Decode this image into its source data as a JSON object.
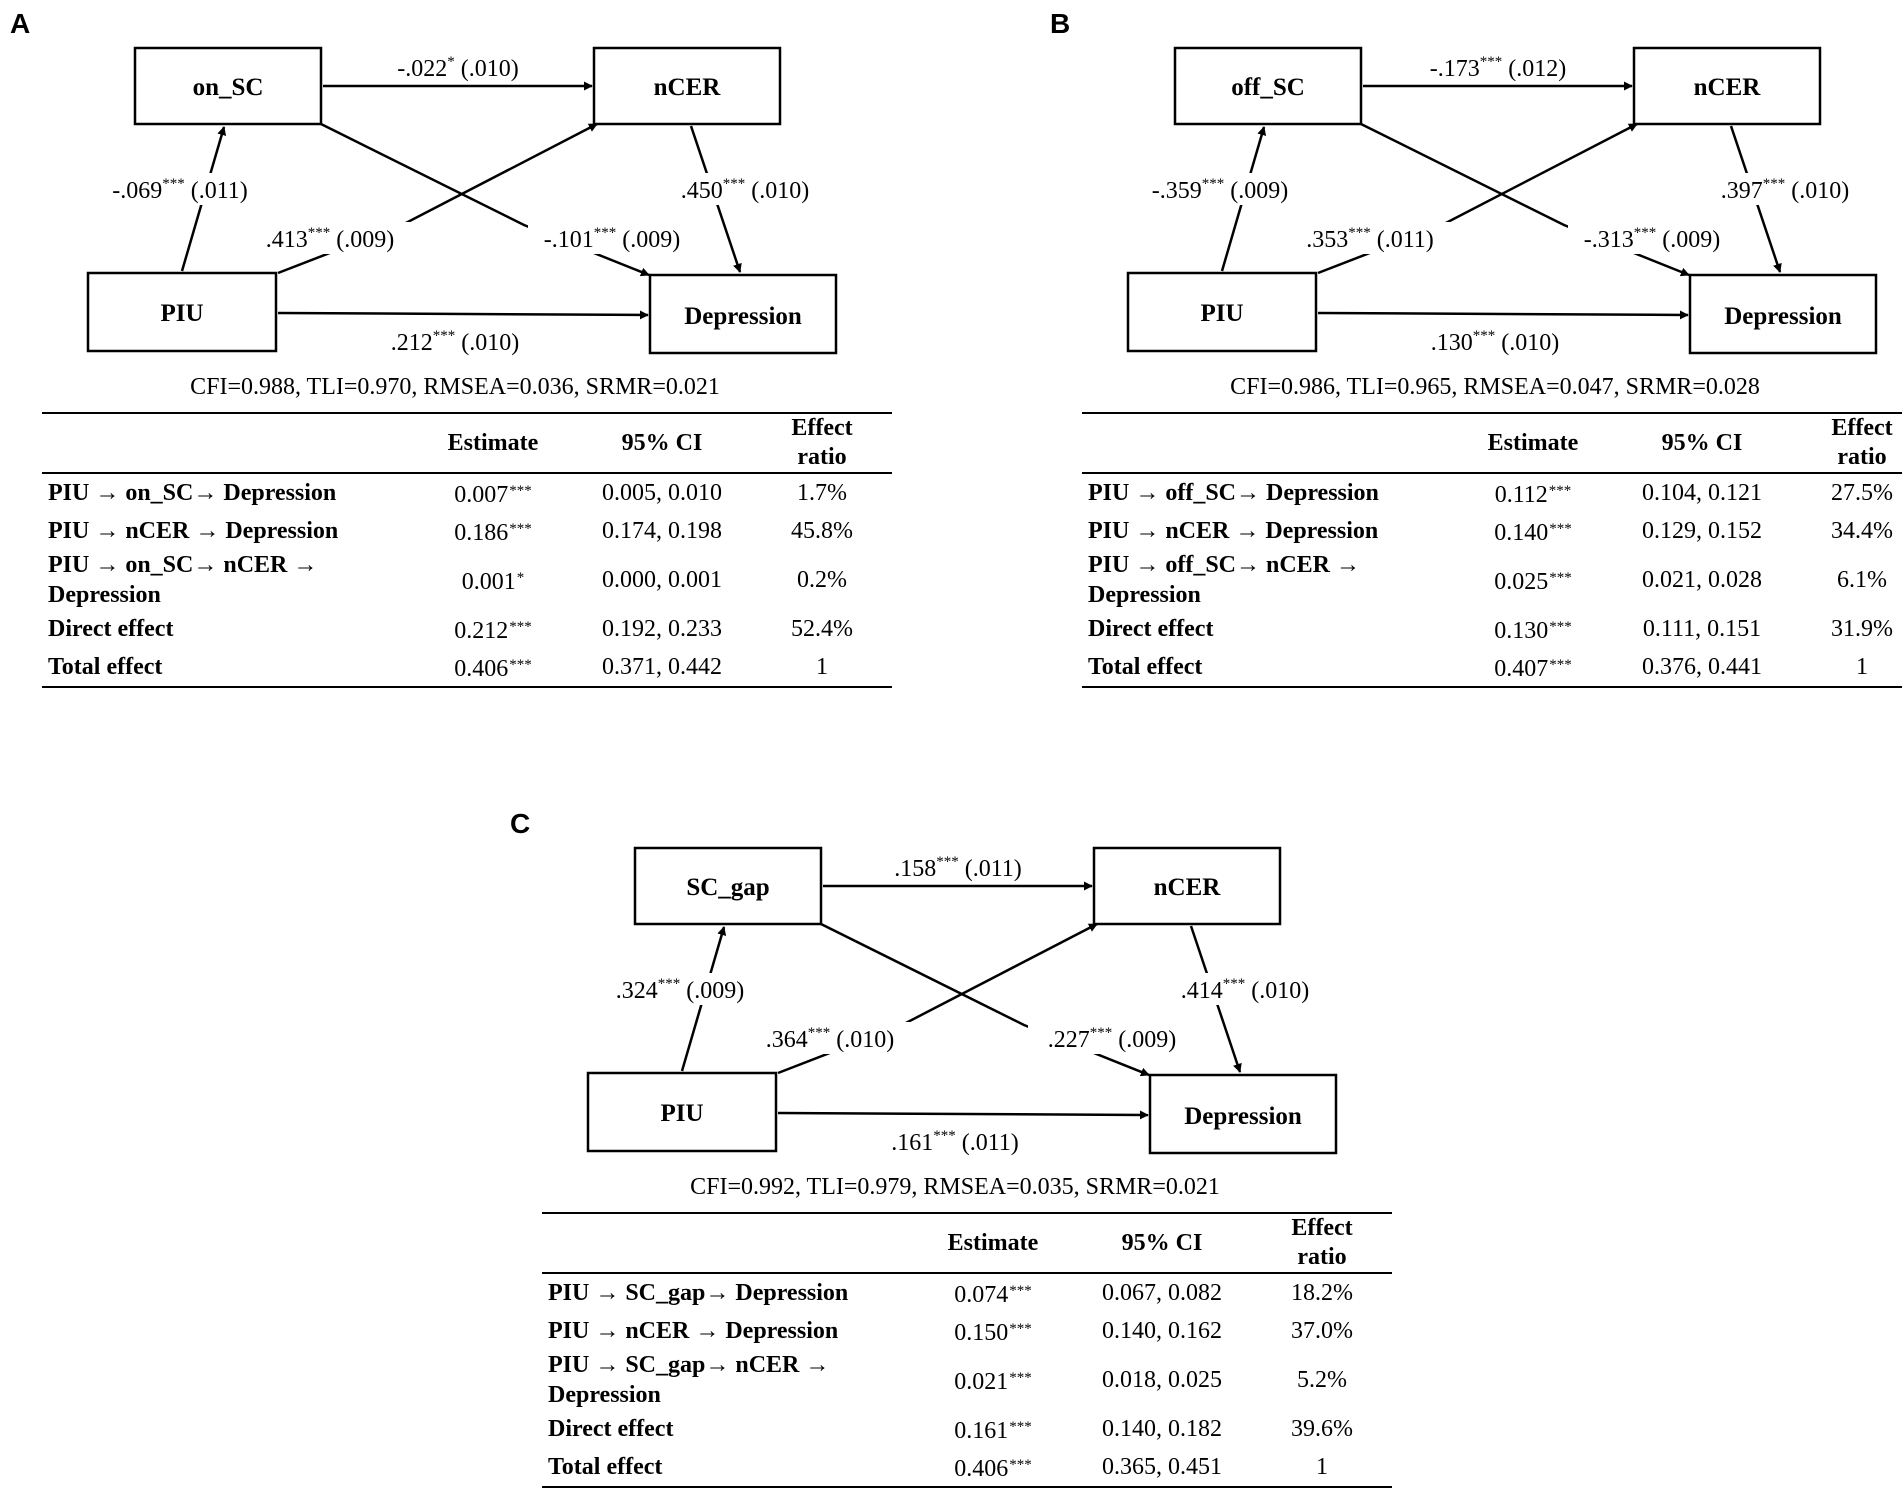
{
  "panels": [
    {
      "letter": "A",
      "nodes": {
        "mediator": "on_SC",
        "ncer": "nCER",
        "piu": "PIU",
        "depression": "Depression"
      },
      "coefficients": {
        "piu_to_mediator": {
          "value": "-.069",
          "stars": "***",
          "se": "(.011)"
        },
        "mediator_to_ncer": {
          "value": "-.022",
          "stars": "*",
          "se": "(.010)"
        },
        "ncer_to_depression": {
          "value": ".450",
          "stars": "***",
          "se": "(.010)"
        },
        "piu_to_ncer": {
          "value": ".413",
          "stars": "***",
          "se": "(.009)"
        },
        "mediator_to_depression": {
          "value": "-.101",
          "stars": "***",
          "se": "(.009)"
        },
        "piu_to_depression": {
          "value": ".212",
          "stars": "***",
          "se": "(.010)"
        }
      },
      "fit": "CFI=0.988, TLI=0.970, RMSEA=0.036, SRMR=0.021",
      "table": {
        "headers": {
          "estimate": "Estimate",
          "ci": "95% CI",
          "ratio_line1": "Effect",
          "ratio_line2": "ratio"
        },
        "rows": [
          {
            "path": "PIU → on_SC→ Depression",
            "estimate": "0.007",
            "stars": "***",
            "ci": "0.005, 0.010",
            "ratio": "1.7%"
          },
          {
            "path": "PIU → nCER → Depression",
            "estimate": "0.186",
            "stars": "***",
            "ci": "0.174, 0.198",
            "ratio": "45.8%"
          },
          {
            "path": "PIU → on_SC→ nCER →",
            "path_line2": "Depression",
            "estimate": "0.001",
            "stars": "*",
            "ci": "0.000, 0.001",
            "ratio": "0.2%"
          },
          {
            "path": "Direct effect",
            "estimate": "0.212",
            "stars": "***",
            "ci": "0.192, 0.233",
            "ratio": "52.4%"
          },
          {
            "path": "Total effect",
            "estimate": "0.406",
            "stars": "***",
            "ci": "0.371, 0.442",
            "ratio": "1"
          }
        ]
      }
    },
    {
      "letter": "B",
      "nodes": {
        "mediator": "off_SC",
        "ncer": "nCER",
        "piu": "PIU",
        "depression": "Depression"
      },
      "coefficients": {
        "piu_to_mediator": {
          "value": "-.359",
          "stars": "***",
          "se": "(.009)"
        },
        "mediator_to_ncer": {
          "value": "-.173",
          "stars": "***",
          "se": "(.012)"
        },
        "ncer_to_depression": {
          "value": ".397",
          "stars": "***",
          "se": "(.010)"
        },
        "piu_to_ncer": {
          "value": ".353",
          "stars": "***",
          "se": "(.011)"
        },
        "mediator_to_depression": {
          "value": "-.313",
          "stars": "***",
          "se": "(.009)"
        },
        "piu_to_depression": {
          "value": ".130",
          "stars": "***",
          "se": "(.010)"
        }
      },
      "fit": "CFI=0.986, TLI=0.965, RMSEA=0.047, SRMR=0.028",
      "table": {
        "headers": {
          "estimate": "Estimate",
          "ci": "95% CI",
          "ratio_line1": "Effect",
          "ratio_line2": "ratio"
        },
        "rows": [
          {
            "path": "PIU → off_SC→ Depression",
            "estimate": "0.112",
            "stars": "***",
            "ci": "0.104, 0.121",
            "ratio": "27.5%"
          },
          {
            "path": "PIU → nCER → Depression",
            "estimate": "0.140",
            "stars": "***",
            "ci": "0.129, 0.152",
            "ratio": "34.4%"
          },
          {
            "path": "PIU → off_SC→ nCER →",
            "path_line2": "Depression",
            "estimate": "0.025",
            "stars": "***",
            "ci": "0.021, 0.028",
            "ratio": "6.1%"
          },
          {
            "path": "Direct effect",
            "estimate": "0.130",
            "stars": "***",
            "ci": "0.111, 0.151",
            "ratio": "31.9%"
          },
          {
            "path": "Total effect",
            "estimate": "0.407",
            "stars": "***",
            "ci": "0.376, 0.441",
            "ratio": "1"
          }
        ]
      }
    },
    {
      "letter": "C",
      "nodes": {
        "mediator": "SC_gap",
        "ncer": "nCER",
        "piu": "PIU",
        "depression": "Depression"
      },
      "coefficients": {
        "piu_to_mediator": {
          "value": ".324",
          "stars": "***",
          "se": "(.009)"
        },
        "mediator_to_ncer": {
          "value": ".158",
          "stars": "***",
          "se": "(.011)"
        },
        "ncer_to_depression": {
          "value": ".414",
          "stars": "***",
          "se": "(.010)"
        },
        "piu_to_ncer": {
          "value": ".364",
          "stars": "***",
          "se": "(.010)"
        },
        "mediator_to_depression": {
          "value": ".227",
          "stars": "***",
          "se": "(.009)"
        },
        "piu_to_depression": {
          "value": ".161",
          "stars": "***",
          "se": "(.011)"
        }
      },
      "fit": "CFI=0.992, TLI=0.979, RMSEA=0.035, SRMR=0.021",
      "table": {
        "headers": {
          "estimate": "Estimate",
          "ci": "95% CI",
          "ratio_line1": "Effect",
          "ratio_line2": "ratio"
        },
        "rows": [
          {
            "path": "PIU → SC_gap→ Depression",
            "estimate": "0.074",
            "stars": "***",
            "ci": "0.067, 0.082",
            "ratio": "18.2%"
          },
          {
            "path": "PIU → nCER → Depression",
            "estimate": "0.150",
            "stars": "***",
            "ci": "0.140, 0.162",
            "ratio": "37.0%"
          },
          {
            "path": "PIU → SC_gap→ nCER →",
            "path_line2": "Depression",
            "estimate": "0.021",
            "stars": "***",
            "ci": "0.018, 0.025",
            "ratio": "5.2%"
          },
          {
            "path": "Direct effect",
            "estimate": "0.161",
            "stars": "***",
            "ci": "0.140, 0.182",
            "ratio": "39.6%"
          },
          {
            "path": "Total effect",
            "estimate": "0.406",
            "stars": "***",
            "ci": "0.365, 0.451",
            "ratio": "1"
          }
        ]
      }
    }
  ]
}
